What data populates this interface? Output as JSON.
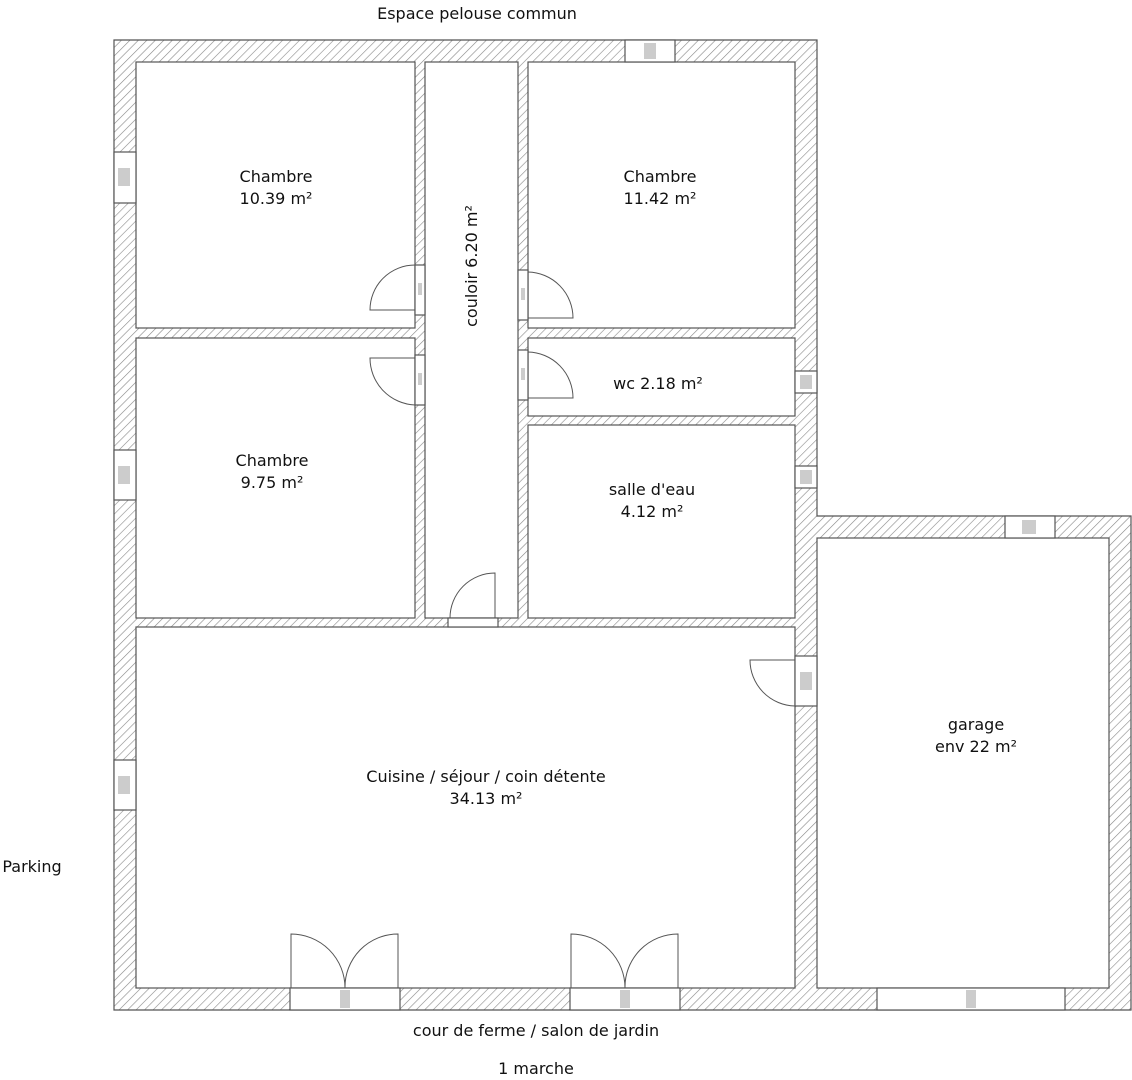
{
  "surroundings": {
    "top": "Espace pelouse commun",
    "left": "Parking",
    "bottom": "cour de ferme / salon de jardin",
    "bottom_note": "1 marche"
  },
  "rooms": [
    {
      "name": "Chambre",
      "area": "10.39 m²"
    },
    {
      "name": "Chambre",
      "area": "11.42 m²"
    },
    {
      "name": "Chambre",
      "area": "9.75 m²"
    },
    {
      "name": "couloir 6.20 m²"
    },
    {
      "name": "wc 2.18 m²"
    },
    {
      "name": "salle d'eau",
      "area": "4.12 m²"
    },
    {
      "name": "Cuisine / séjour  / coin détente",
      "area": "34.13 m²"
    },
    {
      "name": "garage",
      "area": "env 22 m²"
    }
  ],
  "colors": {
    "wall_line": "#555555",
    "hatch": "#888888",
    "glass": "#cccccc"
  }
}
